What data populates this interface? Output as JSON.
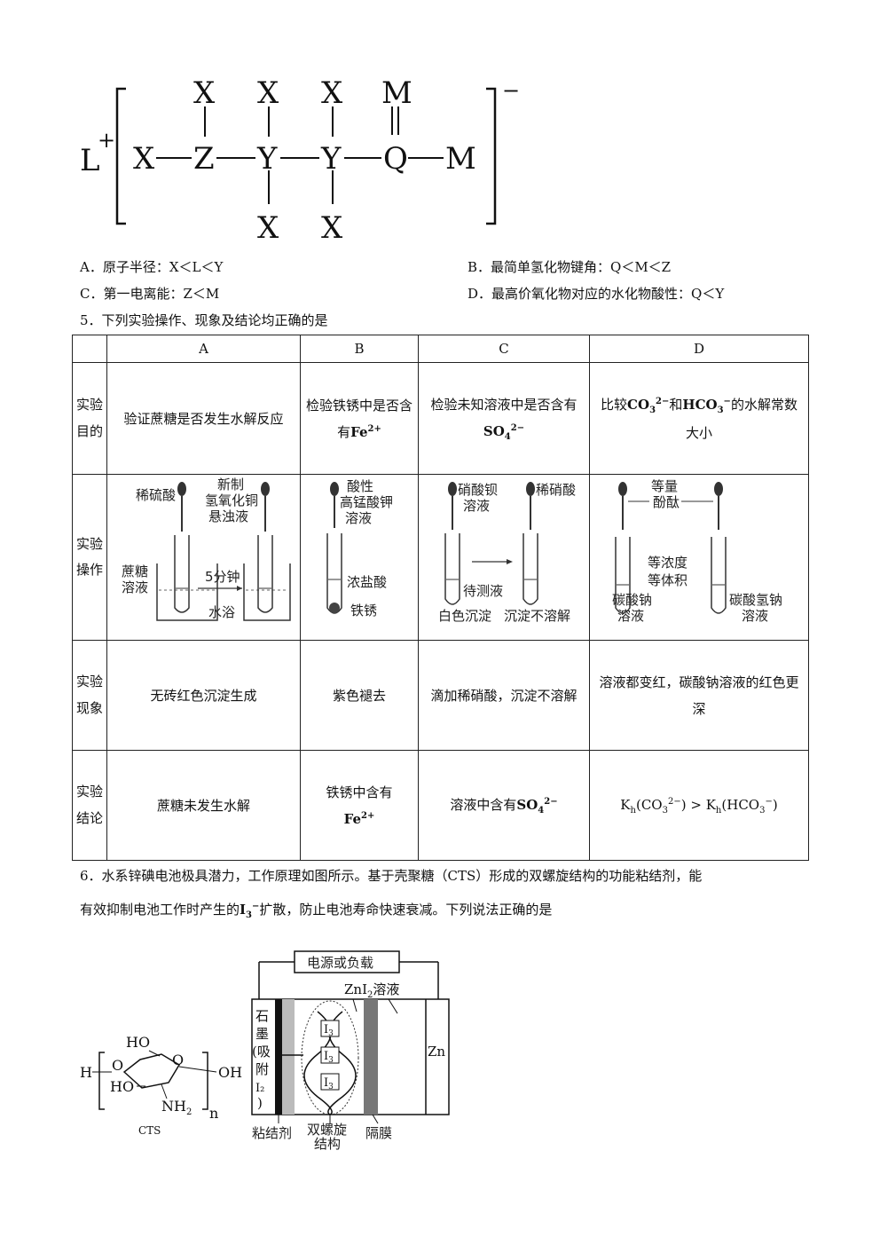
{
  "structure": {
    "cation": "L",
    "cation_charge": "+",
    "anion_charge": "−",
    "atom_x": "X",
    "atom_z": "Z",
    "atom_y": "Y",
    "atom_q": "Q",
    "atom_m": "M"
  },
  "q4_options": {
    "a": "A．原子半径：X＜L＜Y",
    "b": "B．最简单氢化物键角：Q＜M＜Z",
    "c": "C．第一电离能：Z＜M",
    "d": "D．最高价氧化物对应的水化物酸性：Q＜Y"
  },
  "q5": {
    "stem": "5．下列实验操作、现象及结论均正确的是",
    "col_a": "A",
    "col_b": "B",
    "col_c": "C",
    "col_d": "D",
    "row_purpose": "实验目的",
    "row_operation": "实验操作",
    "row_phenomenon": "实验现象",
    "row_conclusion": "实验结论",
    "purpose_a": "验证蔗糖是否发生水解反应",
    "purpose_b_pre": "检验铁锈中是否含有",
    "purpose_c_pre": "检验未知溶液中是否含有",
    "purpose_d_pre": "比较",
    "purpose_d_mid": "和",
    "purpose_d_post": "的水解常数大小",
    "ion_fe": "Fe",
    "ion_fe_charge": "2+",
    "ion_so4": "SO",
    "ion_so4_sub": "4",
    "ion_so4_charge": "2−",
    "ion_co3": "CO",
    "ion_co3_sub": "3",
    "ion_co3_charge": "2−",
    "ion_hco3": "HCO",
    "ion_hco3_sub": "3",
    "ion_hco3_charge": "−",
    "op_a": {
      "l1": "稀硫酸",
      "l2": "新制",
      "l3": "氢氧化铜",
      "l4": "悬浊液",
      "l5": "蔗糖",
      "l6": "溶液",
      "l7": "5分钟",
      "l8": "水浴"
    },
    "op_b": {
      "l1": "酸性",
      "l2": "高锰酸钾",
      "l3": "溶液",
      "l4": "浓盐酸",
      "l5": "铁锈"
    },
    "op_c": {
      "l1": "硝酸钡",
      "l2": "溶液",
      "l3": "稀硝酸",
      "l4": "待测液",
      "l5": "白色沉淀",
      "l6": "沉淀不溶解"
    },
    "op_d": {
      "l1": "等量",
      "l2": "酚酞",
      "l3": "等浓度",
      "l4": "等体积",
      "l5": "碳酸钠",
      "l6": "溶液",
      "l7": "碳酸氢钠",
      "l8": "溶液"
    },
    "phen_a": "无砖红色沉淀生成",
    "phen_b": "紫色褪去",
    "phen_c": "滴加稀硝酸，沉淀不溶解",
    "phen_d": "溶液都变红，碳酸钠溶液的红色更深",
    "concl_a": "蔗糖未发生水解",
    "concl_b_pre": "铁锈中含有",
    "concl_c_pre": "溶液中含有",
    "kh": "K",
    "kh_sub": "h",
    "gt": ">"
  },
  "q6": {
    "stem_l1": "6．水系锌碘电池极具潜力，工作原理如图所示。基于壳聚糖（CTS）形成的双螺旋结构的功能粘结剂，能",
    "stem_l2_pre": "有效抑制电池工作时产生的",
    "i3": "I",
    "i3_sub": "3",
    "i3_charge": "−",
    "stem_l2_post": "扩散，防止电池寿命快速衰减。下列说法正确的是",
    "power": "电源或负载",
    "zni2": "ZnI",
    "zni2_sub": "2",
    "zni2_post": "溶液",
    "graphite_1": "石",
    "graphite_2": "墨",
    "graphite_3": "(吸",
    "graphite_4": "附",
    "graphite_5": "I₂",
    "graphite_6": ")",
    "zn": "Zn",
    "binder": "粘结剂",
    "helix_1": "双螺旋",
    "helix_2": "结构",
    "membrane": "隔膜",
    "cts_label": "CTS",
    "cts_h": "H",
    "cts_o": "O",
    "cts_oh": "OH",
    "cts_ho": "HO",
    "cts_nh2": "NH",
    "cts_n": "n"
  }
}
